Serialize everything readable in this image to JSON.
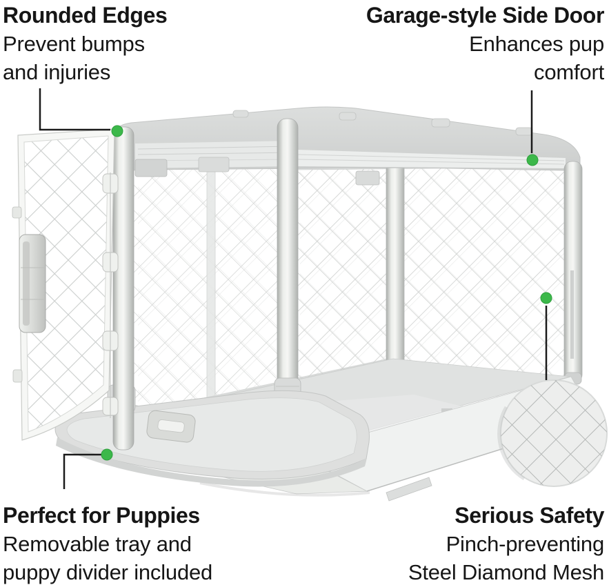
{
  "page": {
    "type": "product-feature-infographic",
    "subject": "collapsible dog crate with open front door, removable tray and garage-style side door",
    "background": "#ffffff"
  },
  "colors": {
    "accent_green": "#3cb84a",
    "accent_green_edge": "#2f9f3e",
    "text": "#161616",
    "connector_line": "#1a1a1a",
    "crate_gray": "#d5d7d6",
    "mesh_line_gray": "#c9ccca"
  },
  "icons": {
    "marker": "green-dot-marker",
    "magnifier": "mesh-magnifier-circle"
  },
  "callouts": [
    {
      "id": "rounded-edges",
      "position": "top-left",
      "title": "Rounded Edges",
      "desc_lines": [
        "Prevent bumps",
        "and injuries"
      ]
    },
    {
      "id": "garage-style-side-door",
      "position": "top-right",
      "title": "Garage-style Side Door",
      "desc_lines": [
        "Enhances pup",
        "comfort"
      ]
    },
    {
      "id": "perfect-for-puppies",
      "position": "bottom-left",
      "title": "Perfect for Puppies",
      "desc_lines": [
        "Removable tray and",
        "puppy divider included"
      ]
    },
    {
      "id": "serious-safety",
      "position": "bottom-right",
      "title": "Serious Safety",
      "desc_lines": [
        "Pinch-preventing",
        "Steel Diamond Mesh"
      ]
    }
  ],
  "magnifier_content": "steel diamond mesh close-up"
}
